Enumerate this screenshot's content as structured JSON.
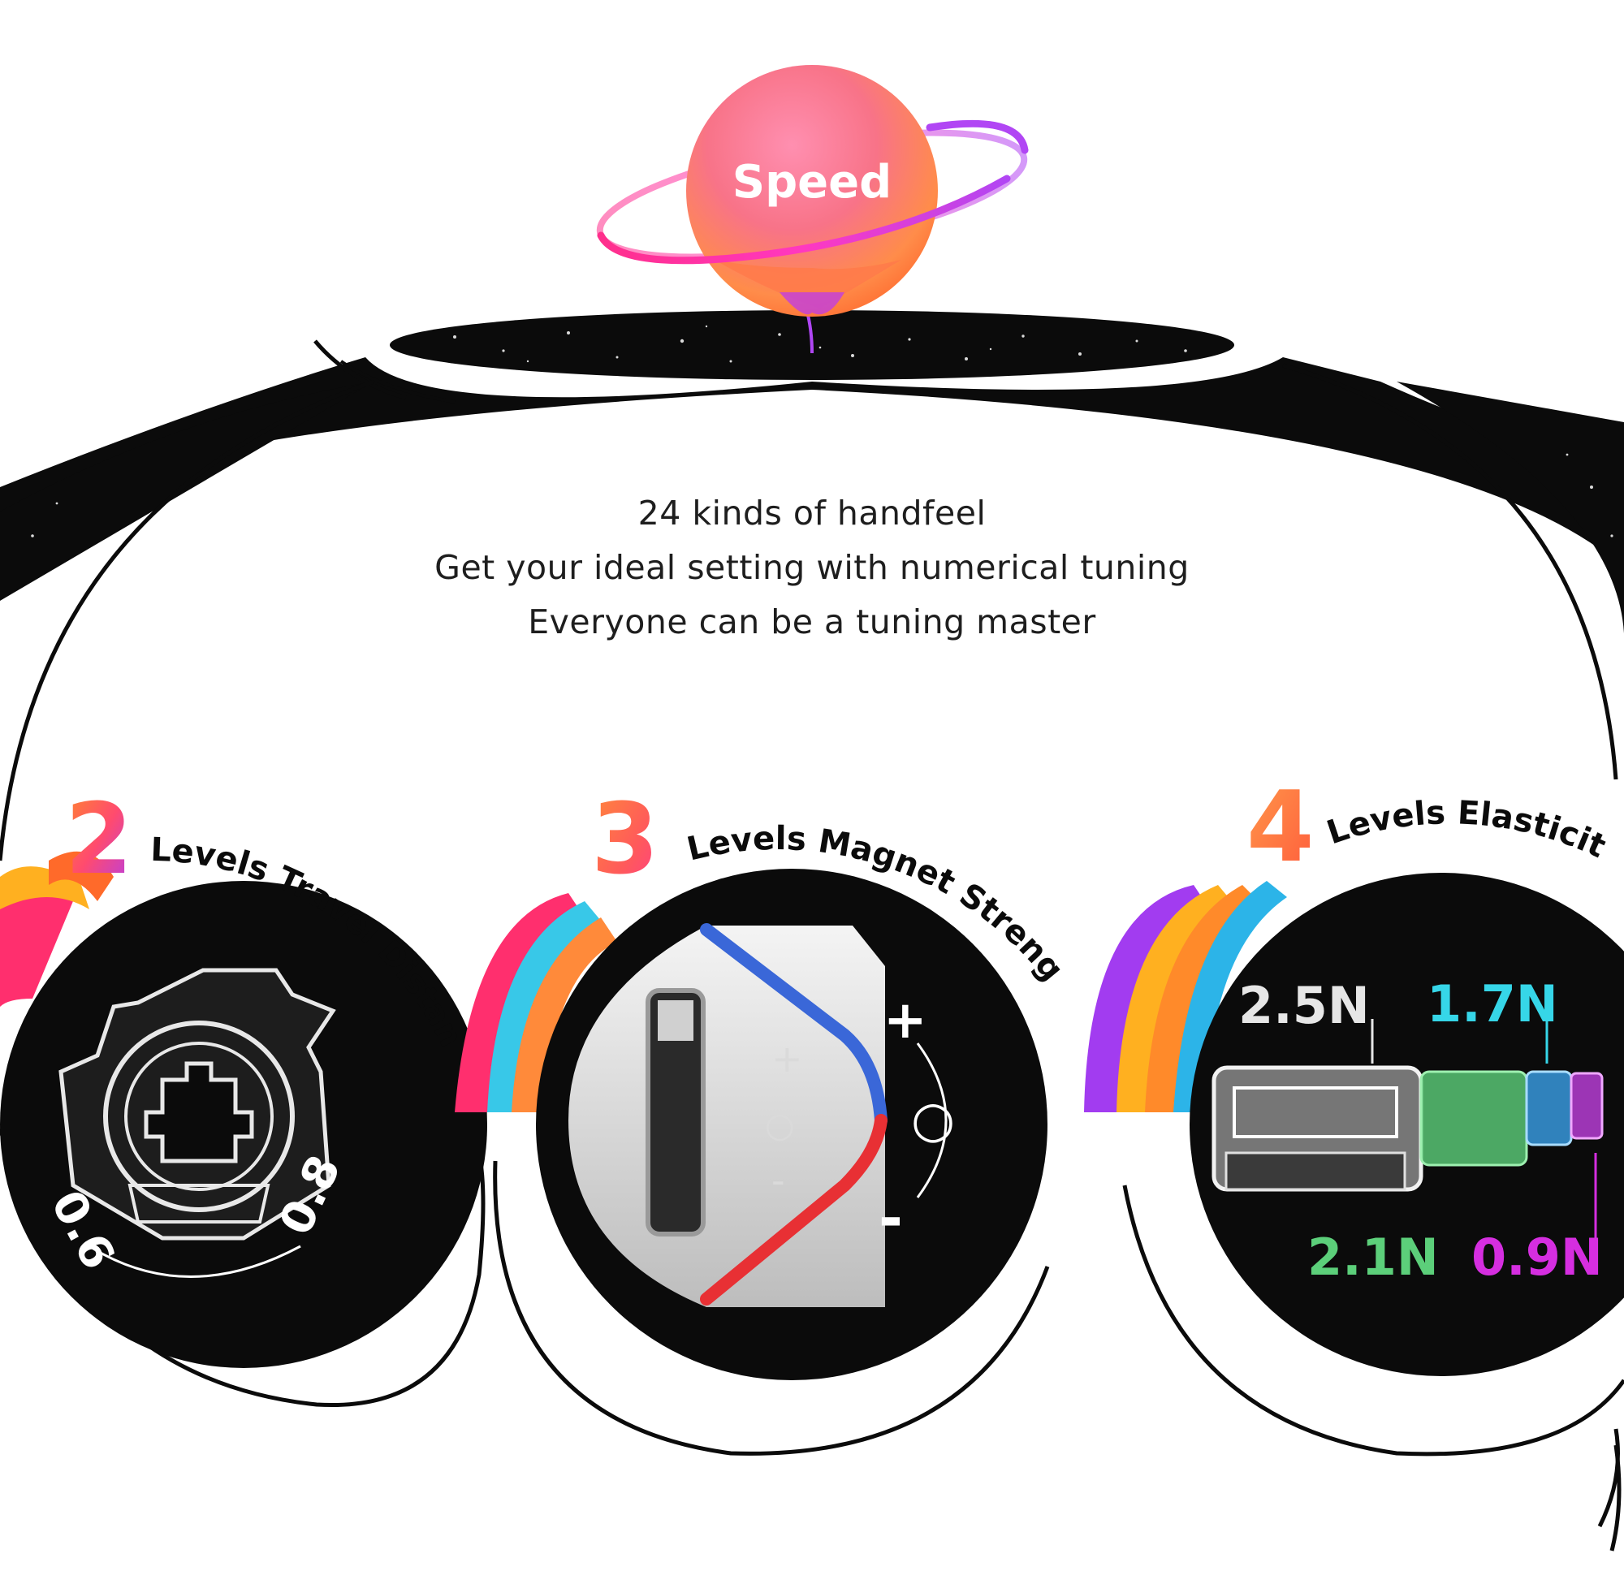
{
  "hero": {
    "planet_label": "Speed"
  },
  "tagline": {
    "line1": "24 kinds of handfeel",
    "line2": "Get your ideal setting with numerical tuning",
    "line3": "Everyone can be a tuning master"
  },
  "features": [
    {
      "number": "2",
      "title": "Levels Travel Distance",
      "values": [
        "0.6",
        "0.8"
      ]
    },
    {
      "number": "3",
      "title": "Levels Magnet Strength",
      "symbols": [
        "+",
        "○",
        "-"
      ]
    },
    {
      "number": "4",
      "title": "Levels Elasticity",
      "forces": [
        "2.5N",
        "1.7N",
        "2.1N",
        "0.9N"
      ],
      "force_colors": [
        "#e6e6e6",
        "#36d6e8",
        "#5ccf7a",
        "#d52ee0"
      ]
    }
  ],
  "colors": {
    "planet_pink": "#f77a90",
    "planet_orange": "#ff9a55",
    "ring_magenta": "#f02fb0",
    "ring_purple": "#a23cf0",
    "number_orange": "#ff6a3c",
    "number_pink": "#ff3e80",
    "magnet_blue": "#3a67d8",
    "magnet_red": "#e83034"
  }
}
